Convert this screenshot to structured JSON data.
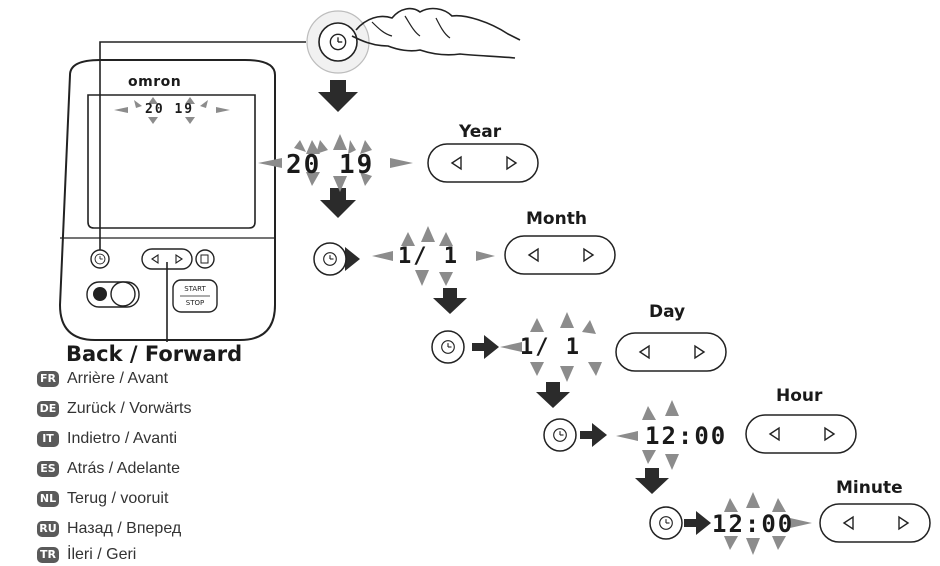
{
  "device": {
    "brand": "omron",
    "display_year": "20 19",
    "start_label": "START",
    "stop_label": "STOP"
  },
  "steps": [
    {
      "label": "Year",
      "display": "20 19"
    },
    {
      "label": "Month",
      "display": "1/  1"
    },
    {
      "label": "Day",
      "display": "1/  1"
    },
    {
      "label": "Hour",
      "display": "12:00"
    },
    {
      "label": "Minute",
      "display": "12:00"
    }
  ],
  "back_forward_label": "Back / Forward",
  "languages": [
    {
      "code": "FR",
      "text": "Arrière / Avant"
    },
    {
      "code": "DE",
      "text": "Zurück / Vorwärts"
    },
    {
      "code": "IT",
      "text": "Indietro / Avanti"
    },
    {
      "code": "ES",
      "text": "Atrás / Adelante"
    },
    {
      "code": "NL",
      "text": "Terug / vooruit"
    },
    {
      "code": "RU",
      "text": "Назад / Вперед"
    },
    {
      "code": "TR",
      "text": "İleri / Geri"
    }
  ],
  "icons": {
    "clock": "clock-icon",
    "left": "left-triangle-icon",
    "right": "right-triangle-icon",
    "hand": "hand-icon",
    "arrow": "arrow-icon",
    "blink": "blink-marks-icon"
  },
  "colors": {
    "arrow": "#2b2b2b",
    "blink": "#8c8c8c",
    "outline": "#222222",
    "code_badge": "#5a5a5a"
  }
}
